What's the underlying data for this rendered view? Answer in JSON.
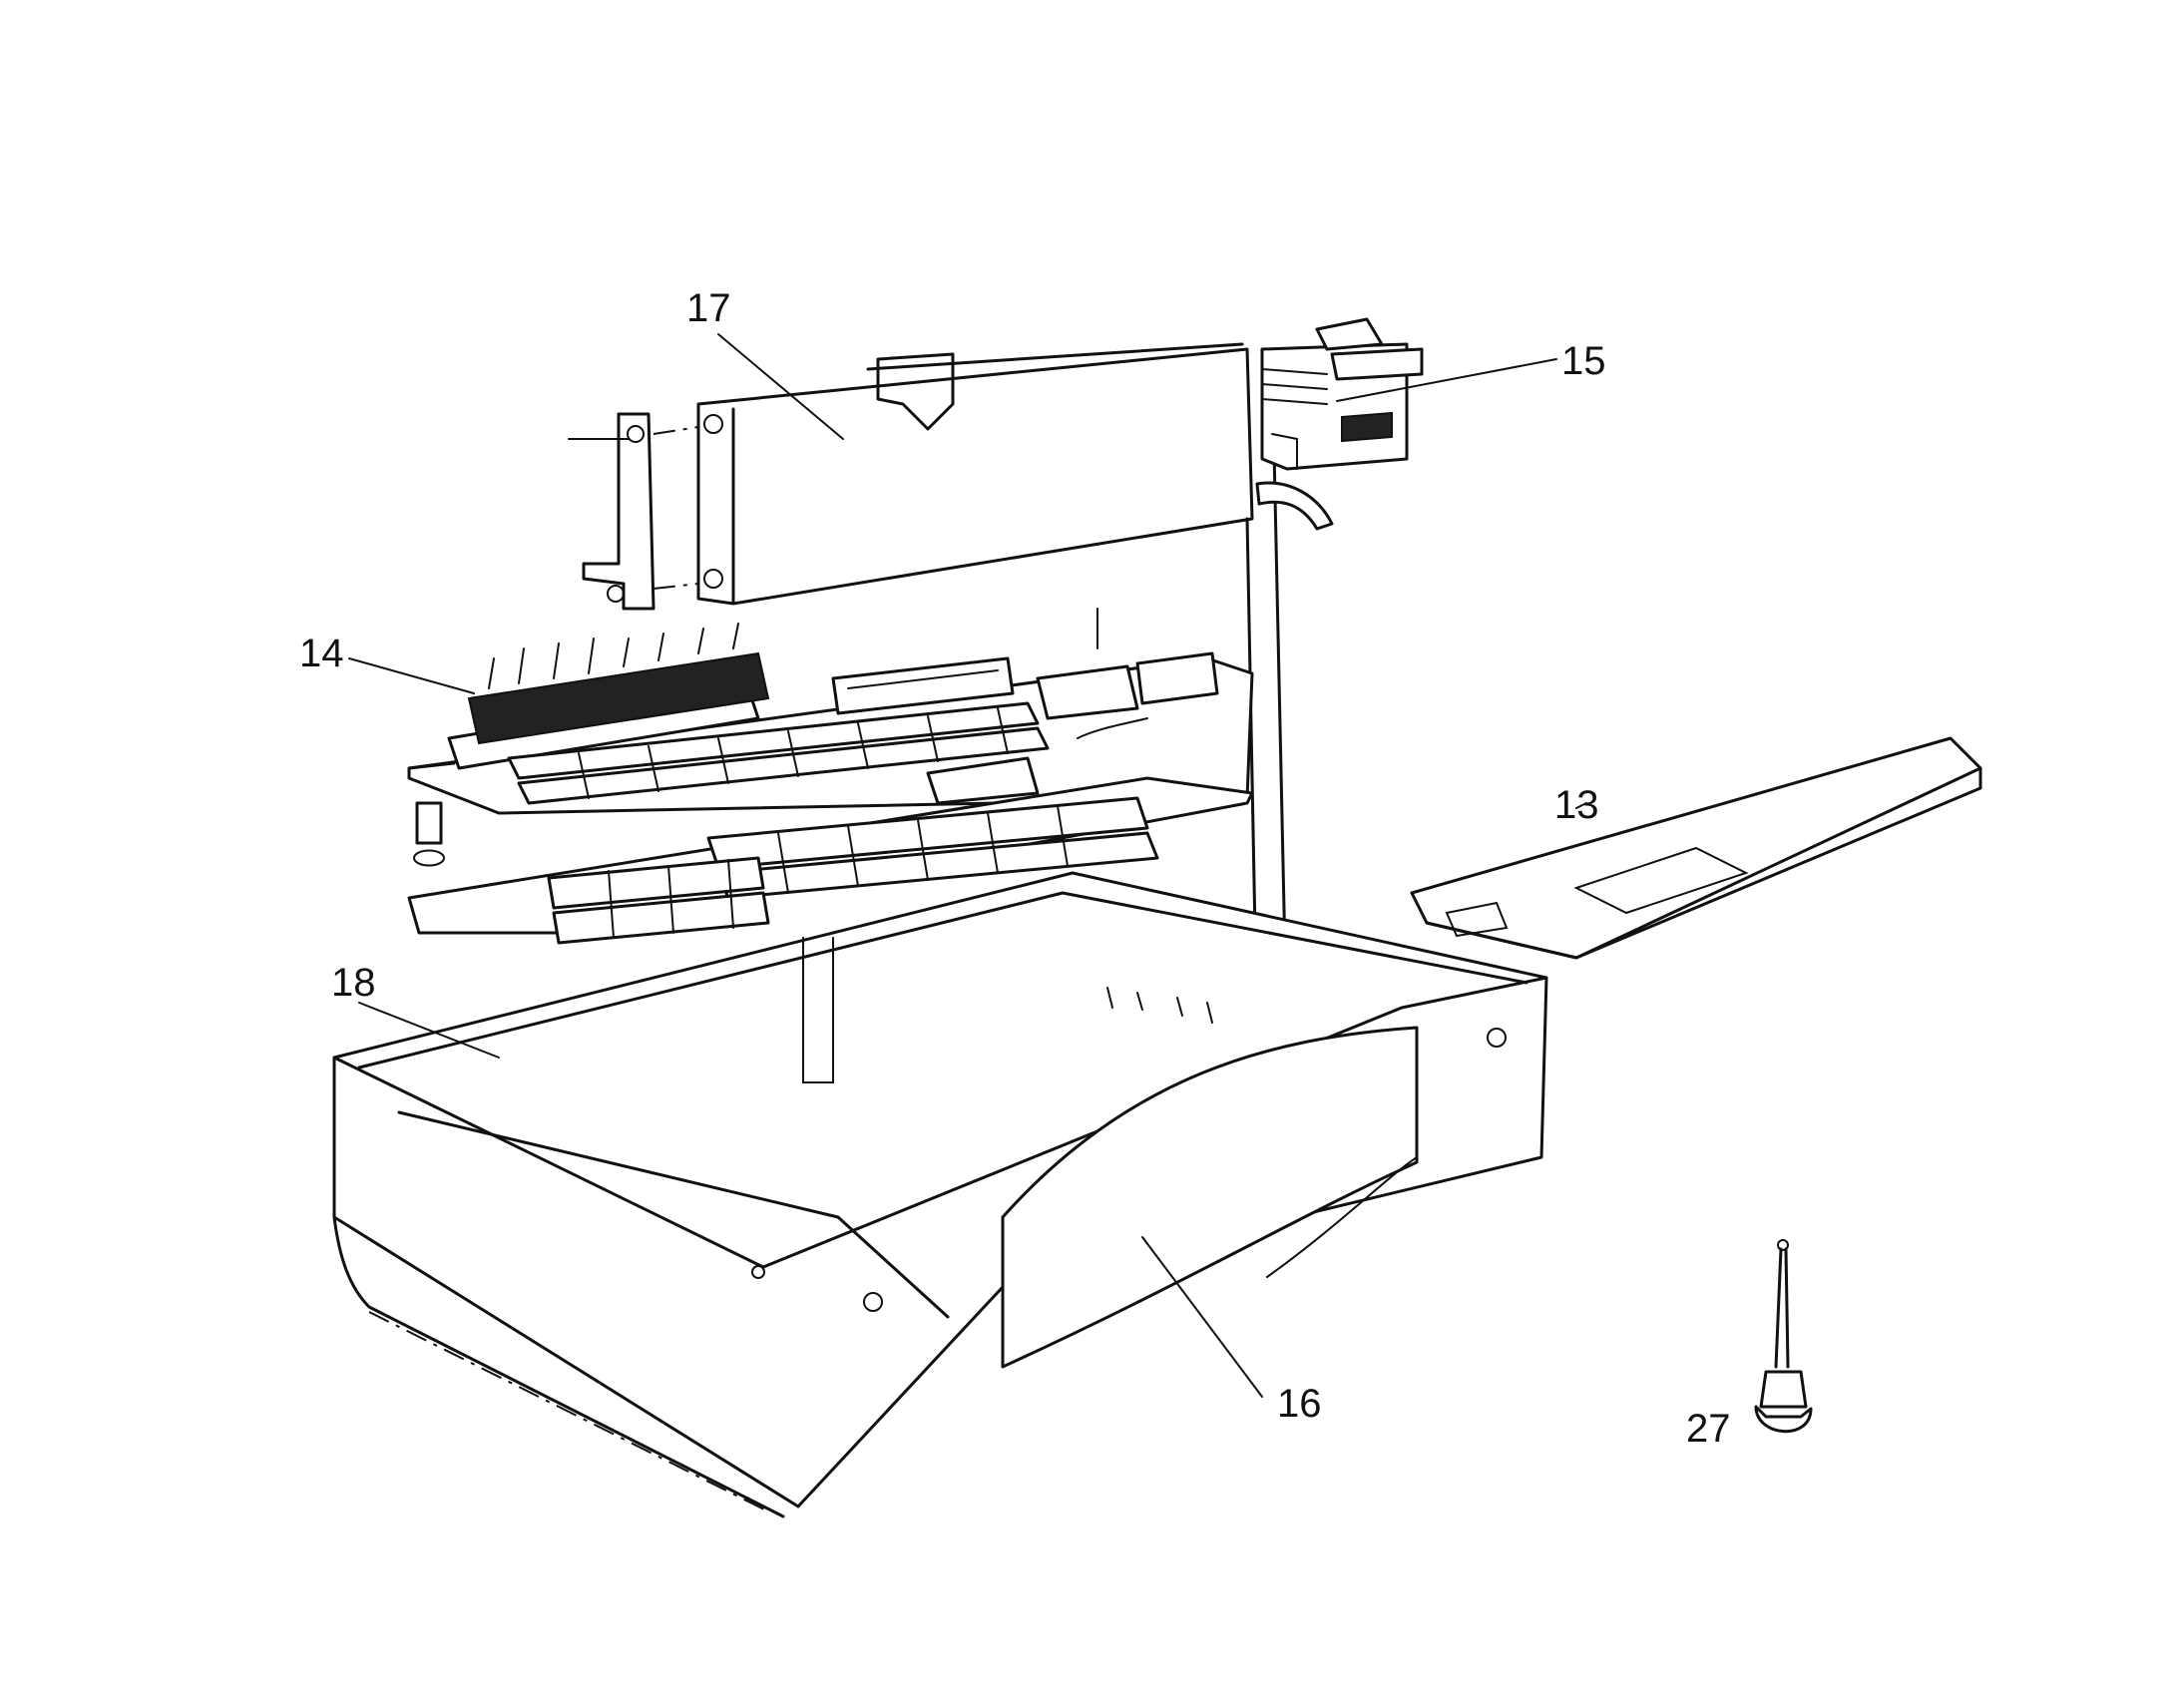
{
  "labels": {
    "l13": "13",
    "l14": "14",
    "l15": "15",
    "l16": "16",
    "l17": "17",
    "l18": "18",
    "l27": "27"
  },
  "colors": {
    "ink": "#111111",
    "paper": "#ffffff"
  }
}
